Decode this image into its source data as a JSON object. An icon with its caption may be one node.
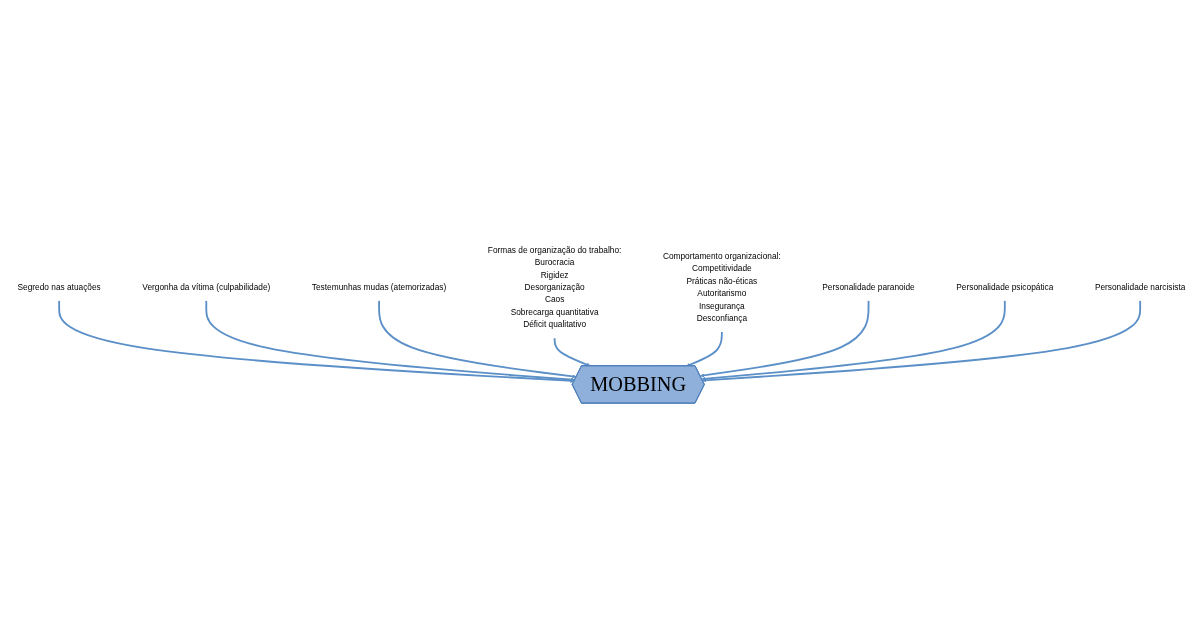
{
  "diagram": {
    "nodes": [
      {
        "text": [
          "Segredo nas atuações"
        ]
      },
      {
        "text": [
          "Vergonha da vítima (culpabilidade)"
        ]
      },
      {
        "text": [
          "Testemunhas mudas (atemorizadas)"
        ]
      },
      {
        "text": [
          "Formas de organização do trabalho:",
          "Burocracia",
          "Rigidez",
          "Desorganização",
          "Caos",
          "Sobrecarga quantitativa",
          "Déficit qualitativo"
        ]
      },
      {
        "text": [
          "MOBBING"
        ]
      },
      {
        "text": [
          "Comportamento organizacional:",
          "Competitividade",
          "Práticas não-éticas",
          "Autoritarismo",
          "Insegurança",
          "Desconfiança"
        ]
      },
      {
        "text": [
          "Personalidade paranoide"
        ]
      },
      {
        "text": [
          "Personalidade psicopática"
        ]
      },
      {
        "text": [
          "Personalidade narcisista"
        ]
      }
    ],
    "edges": [
      {
        "from": 0,
        "to": 4,
        "arrow": "to"
      },
      {
        "from": 1,
        "to": 4,
        "arrow": "to"
      },
      {
        "from": 2,
        "to": 4,
        "arrow": "to"
      },
      {
        "from": 3,
        "to": 4,
        "arrow": "to"
      },
      {
        "from": 5,
        "to": 4,
        "arrow": "to"
      },
      {
        "from": 6,
        "to": 4,
        "arrow": "to"
      },
      {
        "from": 7,
        "to": 4,
        "arrow": "to"
      },
      {
        "from": 8,
        "to": 4,
        "arrow": "to"
      }
    ]
  }
}
